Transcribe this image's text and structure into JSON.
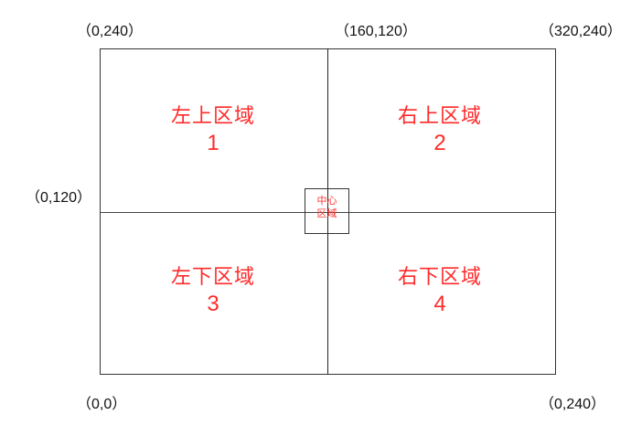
{
  "colors": {
    "region_text": "#ff2a2a",
    "lines": "#333333",
    "labels": "#111111"
  },
  "corner_labels": {
    "top_left": "（0,240）",
    "top_center": "（160,120）",
    "top_right": "（320,240）",
    "middle_left": "（0,120）",
    "bottom_left": "（0,0）",
    "bottom_right": "（0,240）"
  },
  "center": {
    "line1": "中心",
    "line2": "区域"
  },
  "regions": [
    {
      "name": "左上区域",
      "number": "1"
    },
    {
      "name": "右上区域",
      "number": "2"
    },
    {
      "name": "左下区域",
      "number": "3"
    },
    {
      "name": "右下区域",
      "number": "4"
    }
  ]
}
